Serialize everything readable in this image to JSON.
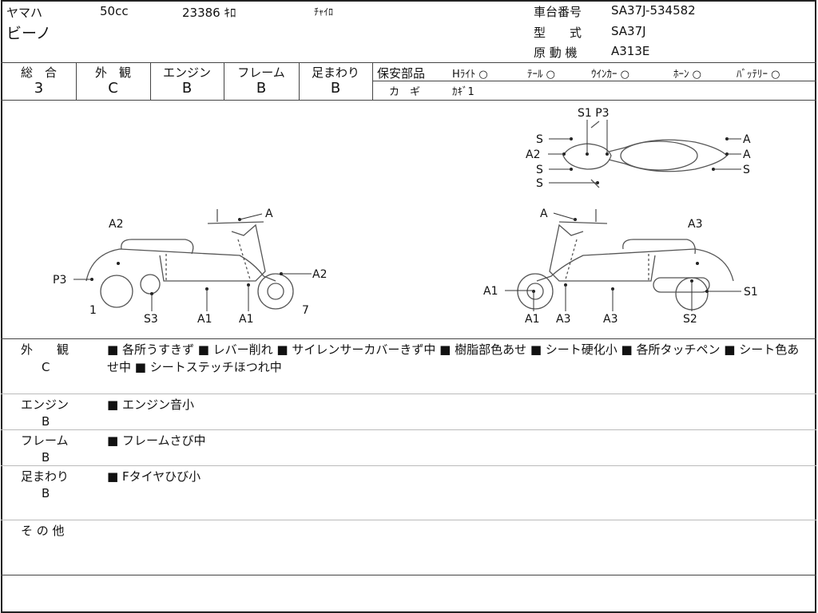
{
  "header": {
    "maker": "ヤマハ",
    "displacement": "50cc",
    "mileage": "23386 ｷﾛ",
    "color": "ﾁｬｲﾛ",
    "model": "ビーノ",
    "frame_no_label": "車台番号",
    "frame_no": "SA37J-534582",
    "type_label": "型　　式",
    "type": "SA37J",
    "engine_label": "原 動 機",
    "engine": "A313E"
  },
  "ratings": [
    {
      "label": "総　合",
      "value": "3"
    },
    {
      "label": "外　観",
      "value": "C"
    },
    {
      "label": "エンジン",
      "value": "B"
    },
    {
      "label": "フレーム",
      "value": "B"
    },
    {
      "label": "足まわり",
      "value": "B"
    }
  ],
  "safety": {
    "label": "保安部品",
    "items": [
      "Hﾗｲﾄ ○",
      "ﾃｰﾙ ○",
      "ｳｲﾝｶｰ ○",
      "ﾎｰﾝ ○",
      "ﾊﾞｯﾃﾘｰ ○"
    ],
    "key_label": "カ　ギ",
    "key_value": "ｶｷﾞ1"
  },
  "diagram_labels": [
    "A2",
    "A",
    "A2",
    "P3",
    "1",
    "S3",
    "A1",
    "A1",
    "7",
    "A",
    "A3",
    "A1",
    "S1",
    "A1",
    "A3",
    "A3",
    "S2",
    "S1 P3",
    "S",
    "A",
    "A2",
    "A",
    "S",
    "S",
    "S"
  ],
  "comments": [
    {
      "label": "外　　観",
      "grade": "C",
      "text": "■ 各所うすきず ■ レバー削れ ■ サイレンサーカバーきず中 ■ 樹脂部色あせ ■ シート硬化小 ■ 各所タッチペン ■ シート色あせ中 ■ シートステッチほつれ中"
    },
    {
      "label": "エンジン",
      "grade": "B",
      "text": "■ エンジン音小"
    },
    {
      "label": "フレーム",
      "grade": "B",
      "text": "■ フレームさび中"
    },
    {
      "label": "足まわり",
      "grade": "B",
      "text": "■ Fタイヤひび小"
    },
    {
      "label": "そ の 他",
      "grade": "",
      "text": ""
    }
  ]
}
